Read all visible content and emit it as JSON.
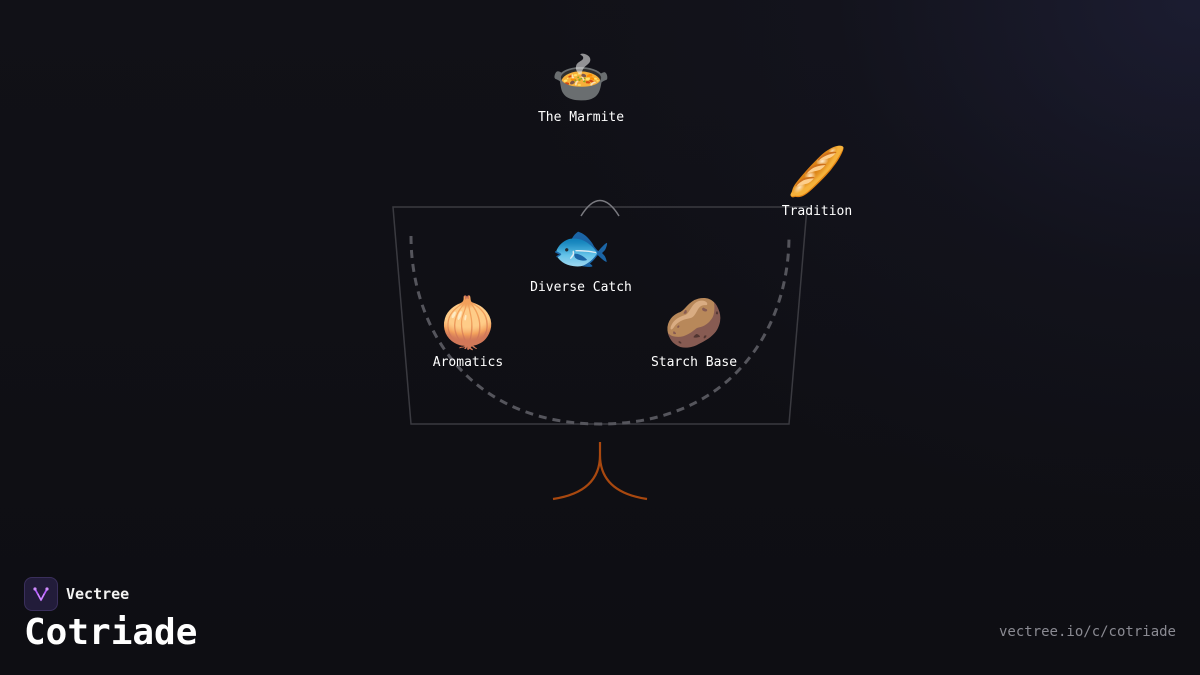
{
  "diagram": {
    "nodes": [
      {
        "id": "marmite",
        "emoji": "🍲",
        "label": "The Marmite"
      },
      {
        "id": "tradition",
        "emoji": "🥖",
        "label": "Tradition"
      },
      {
        "id": "diverse_catch",
        "emoji": "🐟",
        "label": "Diverse Catch"
      },
      {
        "id": "aromatics",
        "emoji": "🧅",
        "label": "Aromatics"
      },
      {
        "id": "starch_base",
        "emoji": "🥔",
        "label": "Starch Base"
      }
    ],
    "colors": {
      "frame": "#3a3a40",
      "dashed_curve": "#55555c",
      "arch": "#7a7a80",
      "root": "#a8480f"
    }
  },
  "brand": {
    "name": "Vectree",
    "logo_icon": "vectree-logo-icon",
    "logo_color": "#b45cff"
  },
  "title": "Cotriade",
  "footer": {
    "url": "vectree.io/c/cotriade"
  }
}
